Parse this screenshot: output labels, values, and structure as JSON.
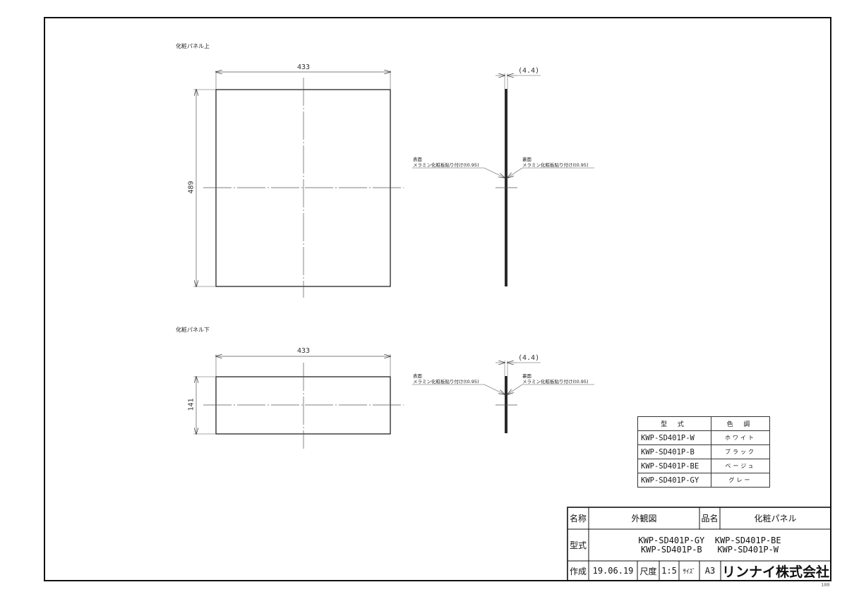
{
  "views": {
    "upper": {
      "title": "化粧パネル上",
      "width_dim": "433",
      "height_dim": "489",
      "thickness_dim": "(4.4)",
      "front_note_title": "表面",
      "front_note_text": "メラミン化粧板貼り付け(t0.95)",
      "back_note_title": "裏面",
      "back_note_text": "メラミン化粧板貼り付け(t0.95)"
    },
    "lower": {
      "title": "化粧パネル下",
      "width_dim": "433",
      "height_dim": "141",
      "thickness_dim": "(4.4)",
      "front_note_title": "表面",
      "front_note_text": "メラミン化粧板貼り付け(t0.95)",
      "back_note_title": "裏面",
      "back_note_text": "メラミン化粧板貼り付け(t0.95)"
    }
  },
  "model_table": {
    "headers": [
      "型 式",
      "色 調"
    ],
    "rows": [
      {
        "model": "KWP-SD401P-W",
        "color": "ホワイト"
      },
      {
        "model": "KWP-SD401P-B",
        "color": "ブラック"
      },
      {
        "model": "KWP-SD401P-BE",
        "color": "ベージュ"
      },
      {
        "model": "KWP-SD401P-GY",
        "color": "グレー"
      }
    ]
  },
  "title_block": {
    "name_label": "名称",
    "name_value": "外観図",
    "product_label": "品名",
    "product_value": "化粧パネル",
    "model_label": "型式",
    "model_line1": "KWP-SD401P-GY  KWP-SD401P-BE",
    "model_line2": "KWP-SD401P-B   KWP-SD401P-W",
    "created_label": "作成",
    "created_date": "19.06.19",
    "scale_label": "尺度",
    "scale_value": "1:5",
    "size_label": "ｻｲｽﾞ",
    "size_value": "A3",
    "company": "リンナイ株式会社"
  },
  "sheet_code": "100"
}
